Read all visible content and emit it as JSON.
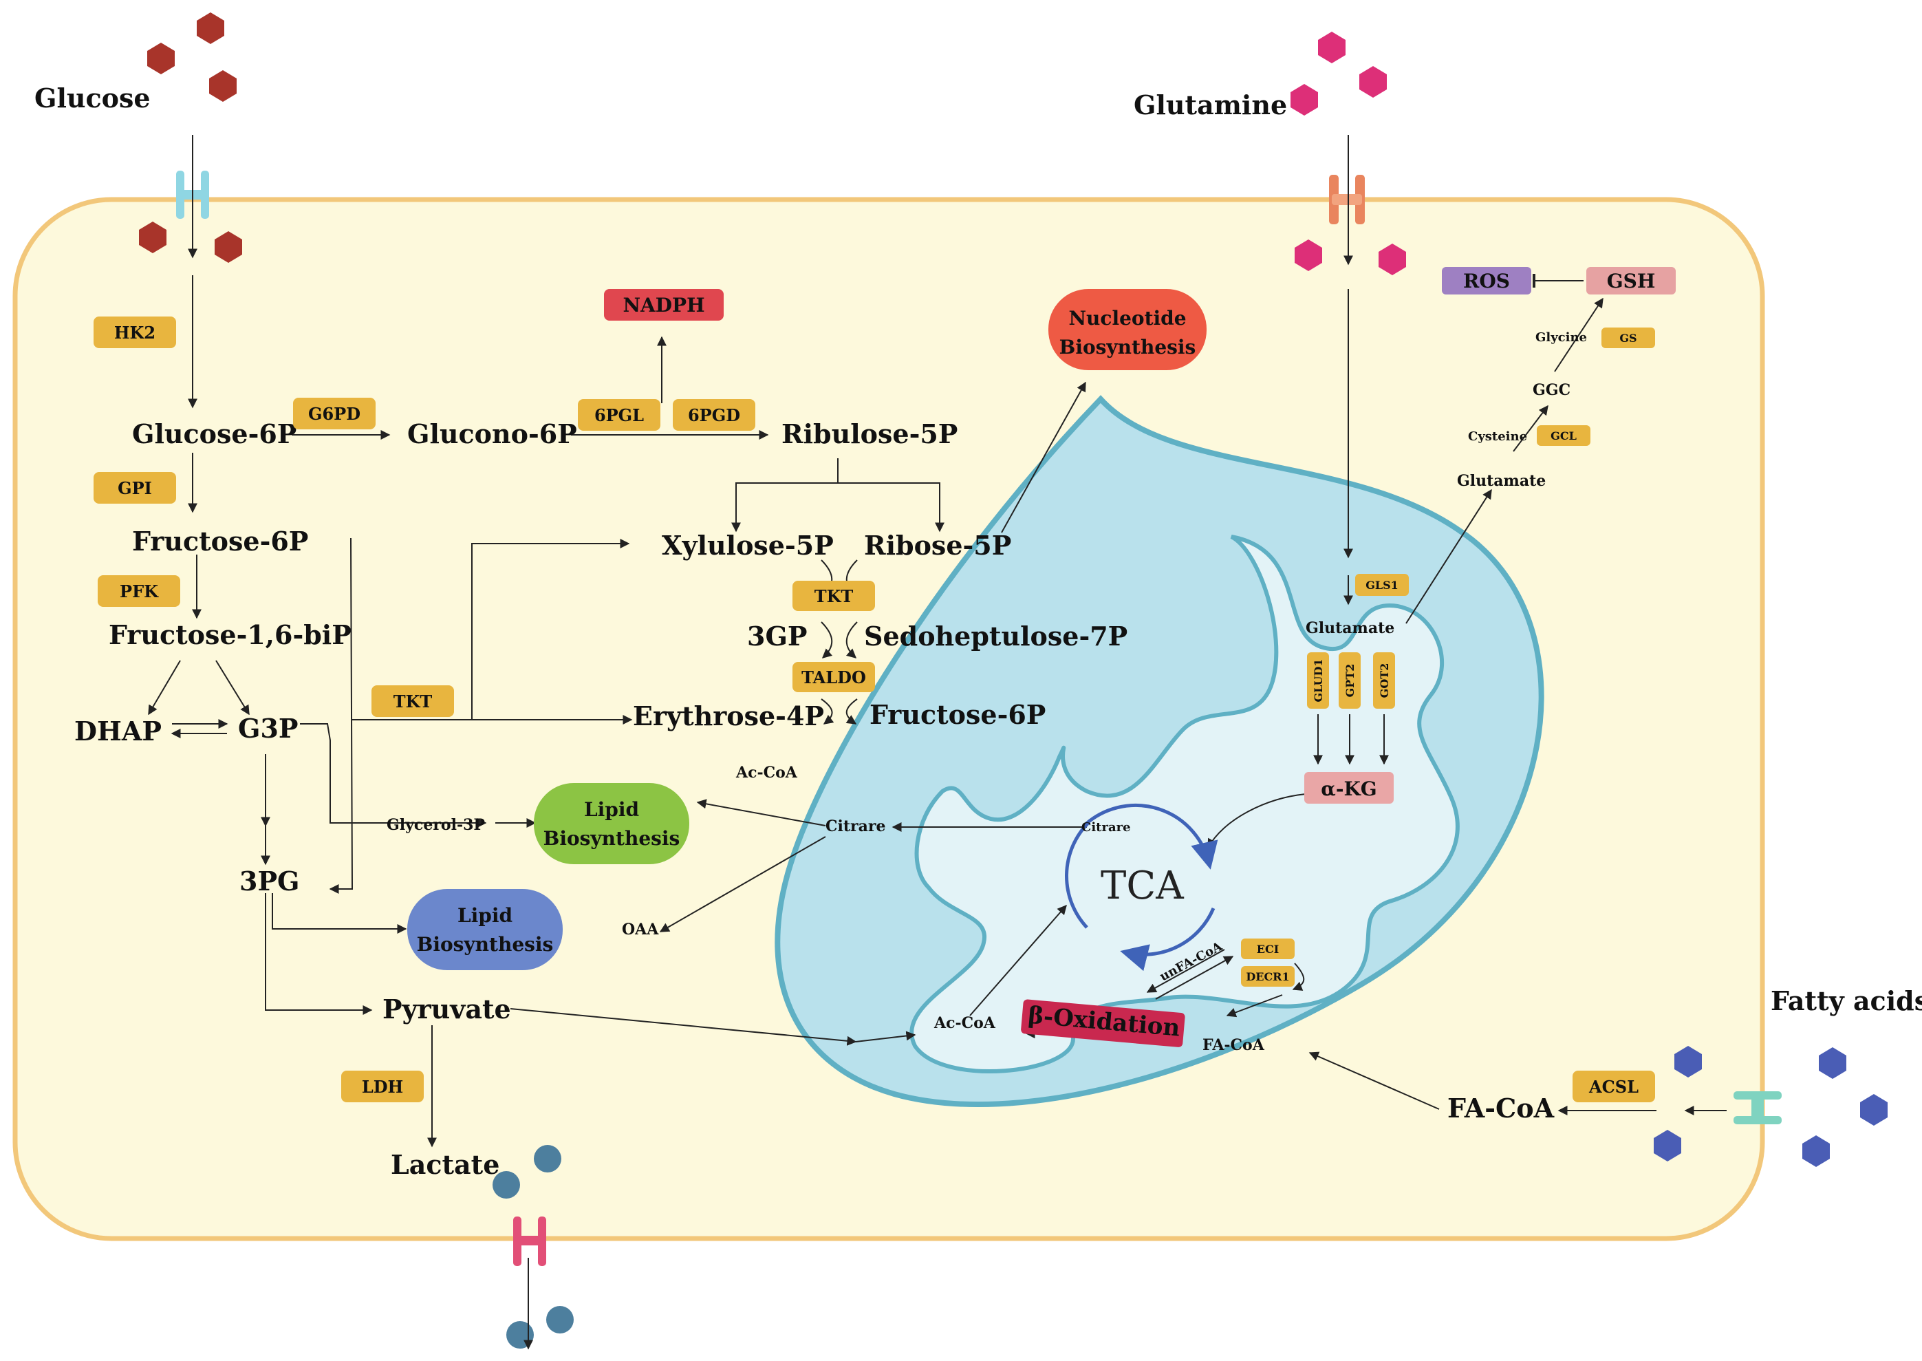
{
  "extracellular": {
    "glucose": "Glucose",
    "glutamine": "Glutamine",
    "fatty_acids": "Fatty acids"
  },
  "glycolysis": {
    "glucose_6p": "Glucose-6P",
    "fructose_6p": "Fructose-6P",
    "fructose_16bip": "Fructose-1,6-biP",
    "dhap": "DHAP",
    "g3p": "G3P",
    "pg3": "3PG",
    "pyruvate": "Pyruvate",
    "lactate": "Lactate",
    "glycerol_3p": "Glycerol-3P"
  },
  "ppp": {
    "glucono_6p": "Glucono-6P",
    "ribulose_5p": "Ribulose-5P",
    "xylulose_5p": "Xylulose-5P",
    "ribose_5p": "Ribose-5P",
    "gp3": "3GP",
    "sedoheptulose_7p": "Sedoheptulose-7P",
    "erythrose_4p": "Erythrose-4P",
    "fructose_6p_b": "Fructose-6P"
  },
  "enzymes": {
    "hk2": "HK2",
    "g6pd": "G6PD",
    "gpi": "GPI",
    "pfk": "PFK",
    "pgl6": "6PGL",
    "pgd6": "6PGD",
    "tkt_a": "TKT",
    "tkt_b": "TKT",
    "taldo": "TALDO",
    "ldh": "LDH",
    "gls1": "GLS1",
    "glud1": "GLUD1",
    "gpt2": "GPT2",
    "got2": "GOT2",
    "gs": "GS",
    "gcl": "GCL",
    "eci": "ECI",
    "decr1": "DECR1",
    "acsl": "ACSL"
  },
  "outputs": {
    "nadph": "NADPH",
    "nucleotide_line1": "Nucleotide",
    "nucleotide_line2": "Biosynthesis",
    "lipid_a_line1": "Lipid",
    "lipid_a_line2": "Biosynthesis",
    "lipid_b_line1": "Lipid",
    "lipid_b_line2": "Biosynthesis",
    "ros": "ROS",
    "gsh": "GSH",
    "beta_oxidation": "β-Oxidation"
  },
  "cytosol": {
    "ac_coa": "Ac-CoA",
    "citrate": "Citrare",
    "oaa": "OAA",
    "glutamate": "Glutamate",
    "glycine": "Glycine",
    "ggc": "GGC",
    "cysteine": "Cysteine",
    "fa_coa": "FA-CoA"
  },
  "mitochondria": {
    "glutamate": "Glutamate",
    "akg": "α-KG",
    "citrate": "Citrare",
    "tca": "TCA",
    "unfa_coa": "unFA-CoA",
    "ac_coa": "Ac-CoA",
    "fa_coa": "FA-CoA"
  },
  "colors": {
    "cell_fill": "#fdf9dc",
    "cell_border": "#f2c77a",
    "mito_outer": "#b9e1ec",
    "mito_border": "#5fb0c4",
    "mito_inner": "#e3f3f7",
    "enzyme": "#e8b53f",
    "glucose": "#a8342a",
    "glutamine": "#dd2f78",
    "fatty_acid": "#4a5db5",
    "lactate": "#4d7f9e",
    "nadph": "#e0474f",
    "nucleotide": "#ee5a44",
    "lipid_green": "#8cc444",
    "lipid_blue": "#6b87cc",
    "ros": "#9e80c2",
    "gsh": "#e6a2a2",
    "beta_ox": "#c9284f",
    "akg": "#e9a6a6"
  }
}
